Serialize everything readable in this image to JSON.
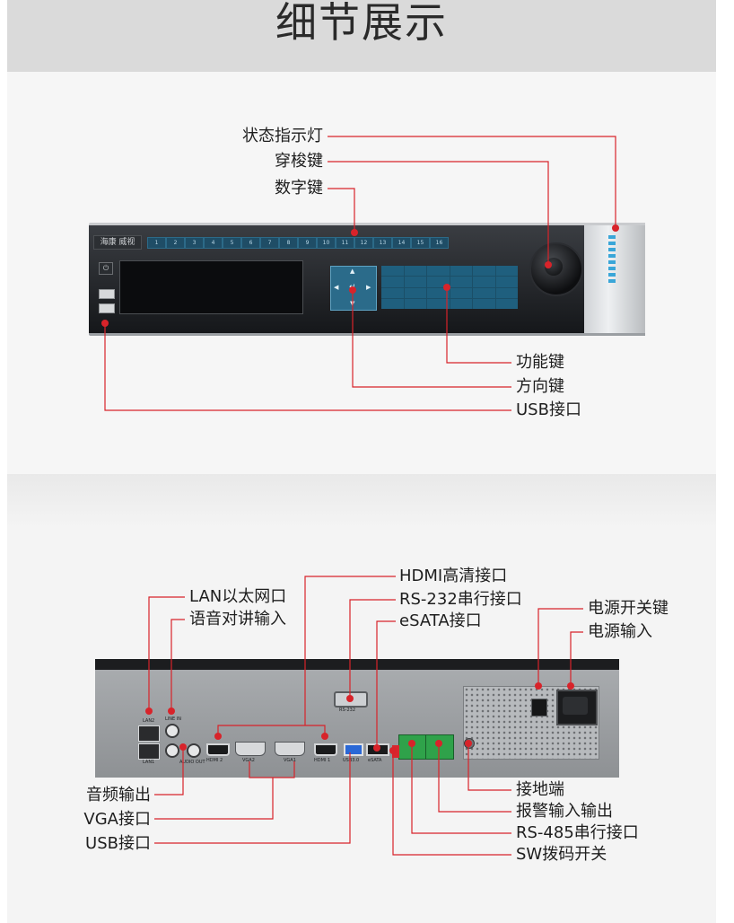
{
  "header": {
    "title": "细节展示"
  },
  "front_labels": {
    "status_led": "状态指示灯",
    "jog_shuttle": "穿梭键",
    "number_keys": "数字键",
    "function_keys": "功能键",
    "direction_keys": "方向键",
    "usb": "USB接口"
  },
  "front_panel": {
    "brand": "海康 威视",
    "number_keys": [
      "1",
      "2",
      "3",
      "4",
      "5",
      "6",
      "7",
      "8",
      "9",
      "10",
      "11",
      "12",
      "13",
      "14",
      "15",
      "16"
    ],
    "power_symbol": "⏻"
  },
  "rear_labels": {
    "hdmi": "HDMI高清接口",
    "lan": "LAN以太网口",
    "rs232": "RS-232串行接口",
    "voice_in": "语音对讲输入",
    "esata": "eSATA接口",
    "power_switch": "电源开关键",
    "power_input": "电源输入",
    "audio_out": "音频输出",
    "vga": "VGA接口",
    "usb": "USB接口",
    "ground": "接地端",
    "alarm_io": "报警输入输出",
    "rs485": "RS-485串行接口",
    "sw_dip": "SW拨码开关"
  },
  "rear_panel_marks": {
    "lan2": "LAN2",
    "lan1": "LAN1",
    "line_in": "LINE IN",
    "audio_out": "AUDIO OUT",
    "hdmi2": "HDMI 2",
    "vga2": "VGA2",
    "vga1": "VGA1",
    "hdmi1": "HDMI 1",
    "usb3": "USB3.0",
    "esata": "eSATA",
    "rs232": "RS-232"
  },
  "colors": {
    "accent": "#d8232a",
    "header_bg": "#dadada",
    "text": "#1e1e1e"
  }
}
